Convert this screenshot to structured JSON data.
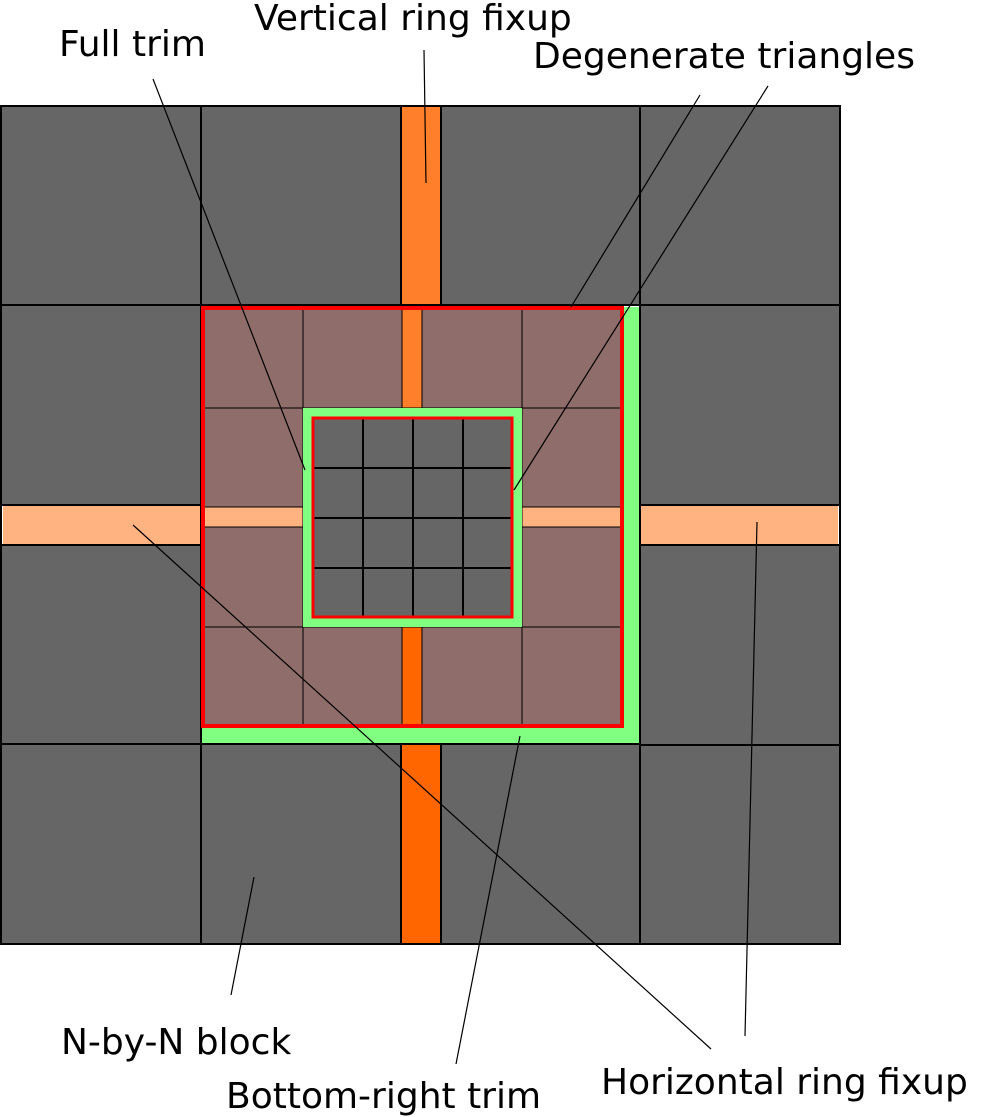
{
  "labels": {
    "full_trim": "Full trim",
    "vertical_ring_fixup": "Vertical ring fixup",
    "degenerate_triangles": "Degenerate triangles",
    "nbyn_block": "N-by-N block",
    "bottom_right_trim": "Bottom-right trim",
    "horizontal_ring_fixup": "Horizontal ring fixup"
  },
  "colors": {
    "block": "#666666",
    "trim_region": "#8f6d6a",
    "vertical_fixup_top": "#ff7f2a",
    "vertical_fixup_bottom": "#ff6600",
    "horizontal_fixup": "#ffb380",
    "degenerate_outline": "#ff0000",
    "trim_outline": "#80ff80",
    "grid_line": "#000000"
  }
}
